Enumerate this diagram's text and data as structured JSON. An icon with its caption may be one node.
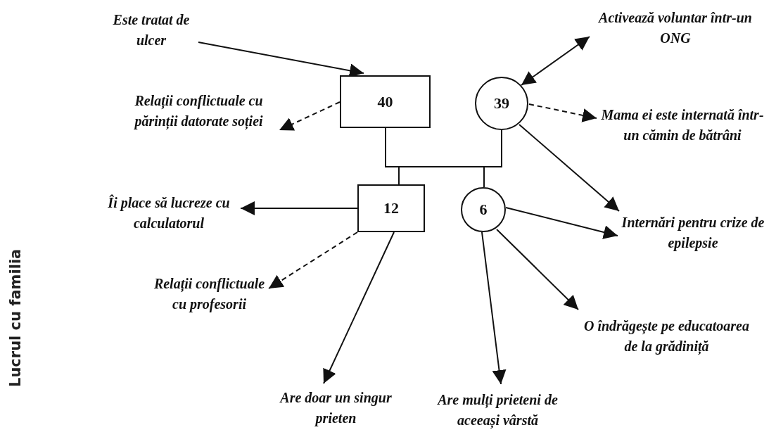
{
  "diagram": {
    "nodes": [
      {
        "text": [
          "Este tratat de ulcer"
        ]
      },
      {
        "text": [
          "40"
        ]
      },
      {
        "text": [
          "Activează voluntar într-un ONG"
        ]
      },
      {
        "text": [
          "39"
        ]
      },
      {
        "text": [
          "Relații conflictuale cu părinții datorate soției"
        ]
      },
      {
        "text": [
          "Mama ei este internată într-un cămin de bătrâni"
        ]
      },
      {
        "text": [
          "Îi place să lucreze cu calculatorul"
        ]
      },
      {
        "text": [
          "12"
        ]
      },
      {
        "text": [
          "6"
        ]
      },
      {
        "text": [
          "Internări pentru crize de epilepsie"
        ]
      },
      {
        "text": [
          "Relații conflictuale cu profesorii"
        ]
      },
      {
        "text": [
          "O îndrăgește pe educatoarea de la grădiniță"
        ]
      },
      {
        "text": [
          "Are doar un singur prieten"
        ]
      },
      {
        "text": [
          "Are mulți prieteni de aceeași vârstă"
        ]
      }
    ],
    "edges": [
      {
        "from": 0,
        "to": 1,
        "arrow": "to"
      },
      {
        "from": 1,
        "to": 4,
        "arrow": "to",
        "style": "dashed"
      },
      {
        "from": 1,
        "to": 3,
        "arrow": "none"
      },
      {
        "from": 2,
        "to": 3,
        "arrow": "both"
      },
      {
        "from": 3,
        "to": 5,
        "arrow": "to",
        "style": "dashed"
      },
      {
        "from": 1,
        "to": 7,
        "arrow": "none"
      },
      {
        "from": 3,
        "to": 7,
        "arrow": "none"
      },
      {
        "from": 1,
        "to": 8,
        "arrow": "none"
      },
      {
        "from": 3,
        "to": 8,
        "arrow": "none"
      },
      {
        "from": 7,
        "to": 6,
        "arrow": "to"
      },
      {
        "from": 7,
        "to": 10,
        "arrow": "to",
        "style": "dashed"
      },
      {
        "from": 7,
        "to": 12,
        "arrow": "to"
      },
      {
        "from": 8,
        "to": 13,
        "arrow": "to"
      },
      {
        "from": 8,
        "to": 11,
        "arrow": "to"
      },
      {
        "from": 8,
        "to": 9,
        "arrow": "to"
      },
      {
        "from": 3,
        "to": 9,
        "arrow": "to"
      }
    ],
    "labels": [
      "Lucrul cu familia"
    ]
  }
}
